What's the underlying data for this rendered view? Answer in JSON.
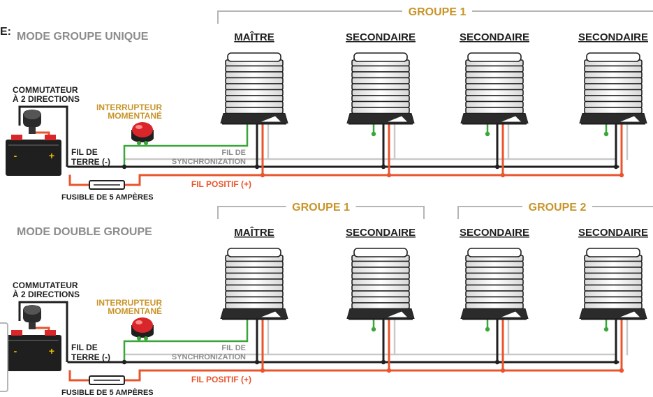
{
  "colors": {
    "gold": "#c8942a",
    "red_label": "#e8542c",
    "gray_label": "#8c8c8c",
    "wire_green": "#3aa63a",
    "wire_red": "#e8542c",
    "wire_black": "#1f1f1f",
    "wire_gray": "#c9c9c9",
    "frame_gray": "#b5b5b5",
    "button_red": "#d8262a",
    "battery_red": "#d8262a",
    "battery_yellow": "#f2c200"
  },
  "sections": [
    {
      "mode_title": "MODE GROUPE UNIQUE",
      "groups": [
        {
          "label": "GROUPE 1",
          "span": [
            0,
            3
          ]
        }
      ],
      "lights": [
        {
          "label": "MAÎTRE"
        },
        {
          "label": "SECONDAIRE"
        },
        {
          "label": "SECONDAIRE"
        },
        {
          "label": "SECONDAIRE"
        }
      ],
      "switch_label": [
        "COMMUTATEUR",
        "À 2 DIRECTIONS"
      ],
      "button_label": [
        "INTERRUPTEUR",
        "MOMENTANÉ"
      ],
      "ground_label": [
        "FIL DE",
        "TERRE (-)"
      ],
      "sync_label": [
        "FIL DE",
        "SYNCHRONIZATION"
      ],
      "positive_label": "FIL POSITIF (+)",
      "fuse_label": "FUSIBLE DE 5 AMPÈRES"
    },
    {
      "mode_title": "MODE DOUBLE GROUPE",
      "groups": [
        {
          "label": "GROUPE 1",
          "span": [
            0,
            1
          ]
        },
        {
          "label": "GROUPE 2",
          "span": [
            2,
            3
          ]
        }
      ],
      "lights": [
        {
          "label": "MAÎTRE"
        },
        {
          "label": "SECONDAIRE"
        },
        {
          "label": "SECONDAIRE"
        },
        {
          "label": "SECONDAIRE"
        }
      ],
      "switch_label": [
        "COMMUTATEUR",
        "À 2 DIRECTIONS"
      ],
      "button_label": [
        "INTERRUPTEUR",
        "MOMENTANÉ"
      ],
      "ground_label": [
        "FIL DE",
        "TERRE (-)"
      ],
      "sync_label": [
        "FIL DE",
        "SYNCHRONIZATION"
      ],
      "positive_label": "FIL POSITIF (+)",
      "fuse_label": "FUSIBLE DE 5 AMPÈRES"
    }
  ],
  "battery_symbols": {
    "minus": "-",
    "plus": "+"
  },
  "corner_mark": "E:"
}
